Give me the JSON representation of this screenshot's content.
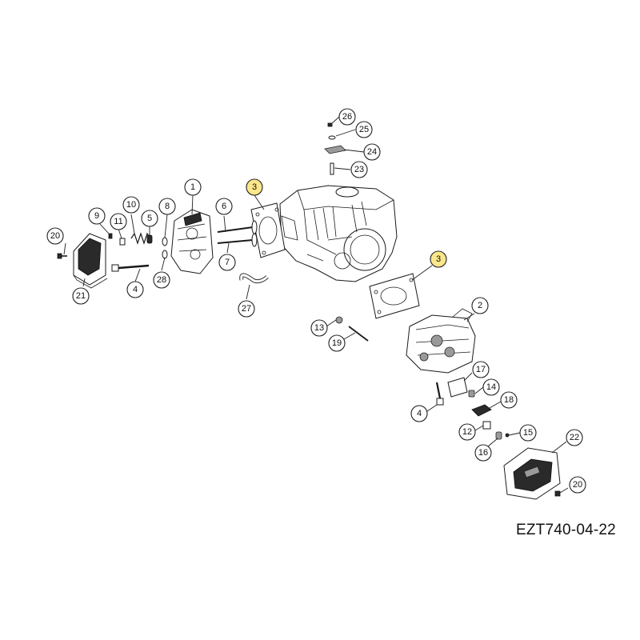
{
  "diagram_code": "EZT740-04-22",
  "highlight_color": "#fbe68a",
  "callouts": {
    "c1": "1",
    "c2": "2",
    "c3a": "3",
    "c3b": "3",
    "c4a": "4",
    "c4b": "4",
    "c5": "5",
    "c6": "6",
    "c7": "7",
    "c8": "8",
    "c9": "9",
    "c10": "10",
    "c11": "11",
    "c12": "12",
    "c13": "13",
    "c14": "14",
    "c15": "15",
    "c16": "16",
    "c17": "17",
    "c18": "18",
    "c19": "19",
    "c20a": "20",
    "c20b": "20",
    "c21": "21",
    "c22": "22",
    "c23": "23",
    "c24": "24",
    "c25": "25",
    "c26": "26",
    "c27": "27",
    "c28": "28"
  }
}
